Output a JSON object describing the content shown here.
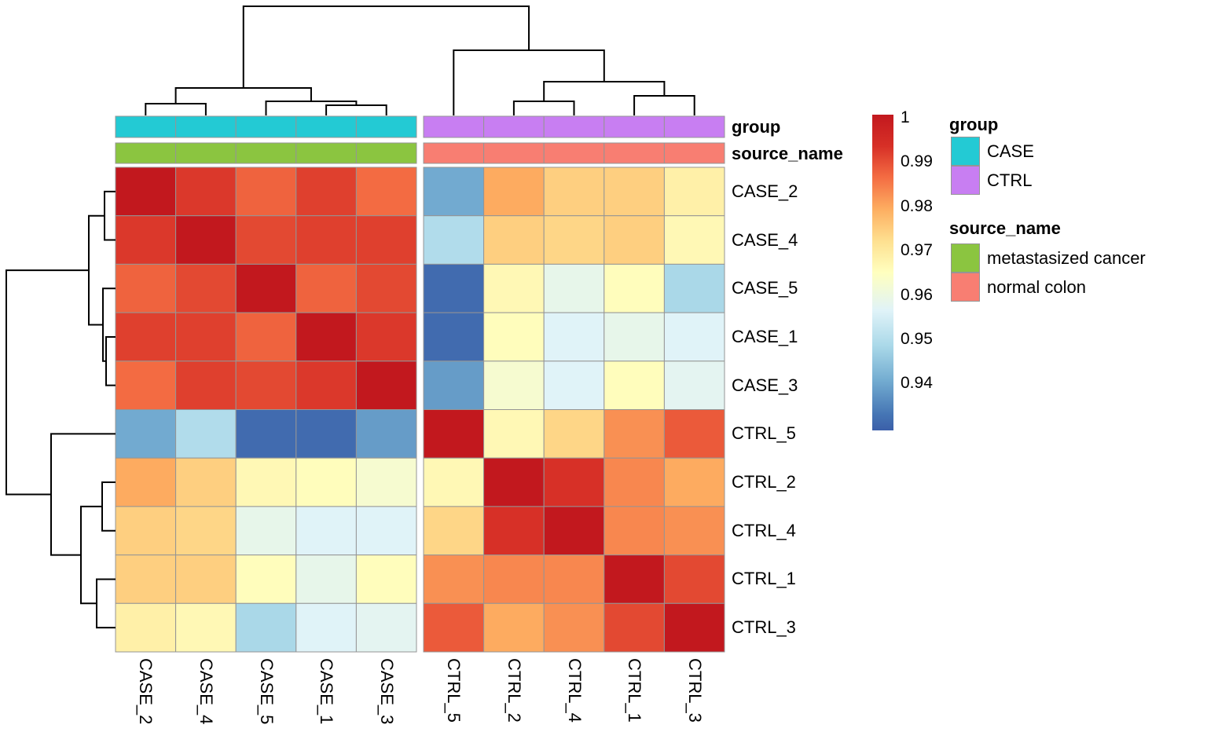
{
  "chart_data": {
    "type": "heatmap",
    "description": "Sample-to-sample correlation clustered heatmap with row/column dendrograms",
    "rows": [
      "CASE_2",
      "CASE_4",
      "CASE_5",
      "CASE_1",
      "CASE_3",
      "CTRL_5",
      "CTRL_2",
      "CTRL_4",
      "CTRL_1",
      "CTRL_3"
    ],
    "cols": [
      "CASE_2",
      "CASE_4",
      "CASE_5",
      "CASE_1",
      "CASE_3",
      "CTRL_5",
      "CTRL_2",
      "CTRL_4",
      "CTRL_1",
      "CTRL_3"
    ],
    "matrix": [
      [
        1.0,
        0.992,
        0.987,
        0.991,
        0.986,
        0.94,
        0.979,
        0.974,
        0.974,
        0.968
      ],
      [
        0.992,
        1.0,
        0.99,
        0.991,
        0.991,
        0.949,
        0.974,
        0.973,
        0.974,
        0.966
      ],
      [
        0.987,
        0.99,
        1.0,
        0.987,
        0.99,
        0.931,
        0.966,
        0.958,
        0.965,
        0.948
      ],
      [
        0.991,
        0.991,
        0.987,
        1.0,
        0.992,
        0.931,
        0.965,
        0.956,
        0.958,
        0.956
      ],
      [
        0.986,
        0.991,
        0.99,
        0.992,
        1.0,
        0.938,
        0.962,
        0.956,
        0.965,
        0.957
      ],
      [
        0.94,
        0.949,
        0.931,
        0.931,
        0.938,
        1.0,
        0.966,
        0.973,
        0.982,
        0.988
      ],
      [
        0.979,
        0.974,
        0.966,
        0.965,
        0.962,
        0.966,
        1.0,
        0.993,
        0.983,
        0.979
      ],
      [
        0.974,
        0.973,
        0.958,
        0.956,
        0.956,
        0.973,
        0.993,
        1.0,
        0.983,
        0.982
      ],
      [
        0.974,
        0.974,
        0.965,
        0.958,
        0.965,
        0.982,
        0.983,
        0.983,
        1.0,
        0.99
      ],
      [
        0.968,
        0.966,
        0.948,
        0.956,
        0.957,
        0.988,
        0.979,
        0.982,
        0.99,
        1.0
      ]
    ],
    "value_domain": [
      0.929,
      1.0
    ],
    "colormap_stops": [
      [
        0.0,
        "#3b5fa9"
      ],
      [
        0.05,
        "#4575b4"
      ],
      [
        0.16,
        "#74add1"
      ],
      [
        0.27,
        "#abd9e9"
      ],
      [
        0.38,
        "#e0f3f8"
      ],
      [
        0.5,
        "#ffffbf"
      ],
      [
        0.6,
        "#fee090"
      ],
      [
        0.7,
        "#fdae61"
      ],
      [
        0.8,
        "#f46d43"
      ],
      [
        0.9,
        "#d73027"
      ],
      [
        1.0,
        "#c2181e"
      ]
    ],
    "colorbar_ticks": [
      {
        "label": "1",
        "value": 1.0
      },
      {
        "label": "0.99",
        "value": 0.99
      },
      {
        "label": "0.98",
        "value": 0.98
      },
      {
        "label": "0.97",
        "value": 0.97
      },
      {
        "label": "0.96",
        "value": 0.96
      },
      {
        "label": "0.95",
        "value": 0.95
      },
      {
        "label": "0.94",
        "value": 0.94
      }
    ],
    "annotation_titles": {
      "group": "group",
      "source_name": "source_name"
    },
    "col_group": [
      "CASE",
      "CASE",
      "CASE",
      "CASE",
      "CASE",
      "CTRL",
      "CTRL",
      "CTRL",
      "CTRL",
      "CTRL"
    ],
    "col_source": [
      "metastasized cancer",
      "metastasized cancer",
      "metastasized cancer",
      "metastasized cancer",
      "metastasized cancer",
      "normal colon",
      "normal colon",
      "normal colon",
      "normal colon",
      "normal colon"
    ],
    "group_colors": {
      "CASE": "#23cad4",
      "CTRL": "#c87ef2"
    },
    "source_colors": {
      "metastasized cancer": "#8bc540",
      "normal colon": "#f87e72"
    },
    "legend": {
      "group": {
        "title": "group",
        "items": [
          {
            "label": "CASE"
          },
          {
            "label": "CTRL"
          }
        ]
      },
      "source": {
        "title": "source_name",
        "items": [
          {
            "label": "metastasized cancer"
          },
          {
            "label": "normal colon"
          }
        ]
      }
    },
    "dendrogram_col": {
      "h": 8,
      "a": {
        "h": 112,
        "a": {
          "h": 132,
          "a": "CASE_2",
          "b": "CASE_4"
        },
        "b": {
          "h": 129,
          "a": "CASE_5",
          "b": {
            "h": 134,
            "a": "CASE_1",
            "b": "CASE_3"
          }
        }
      },
      "b": {
        "h": 64,
        "a": "CTRL_5",
        "b": {
          "h": 104,
          "a": {
            "h": 129,
            "a": "CTRL_2",
            "b": "CTRL_4"
          },
          "b": {
            "h": 122,
            "a": "CTRL_1",
            "b": "CTRL_3"
          }
        }
      }
    },
    "dendrogram_row": {
      "h": 8,
      "a": {
        "h": 113,
        "a": {
          "h": 133,
          "a": "CASE_2",
          "b": "CASE_4"
        },
        "b": {
          "h": 131,
          "a": "CASE_5",
          "b": {
            "h": 135,
            "a": "CASE_1",
            "b": "CASE_3"
          }
        }
      },
      "b": {
        "h": 65,
        "a": "CTRL_5",
        "b": {
          "h": 103,
          "a": {
            "h": 130,
            "a": "CTRL_2",
            "b": "CTRL_4"
          },
          "b": {
            "h": 123,
            "a": "CTRL_1",
            "b": "CTRL_3"
          }
        }
      }
    }
  }
}
